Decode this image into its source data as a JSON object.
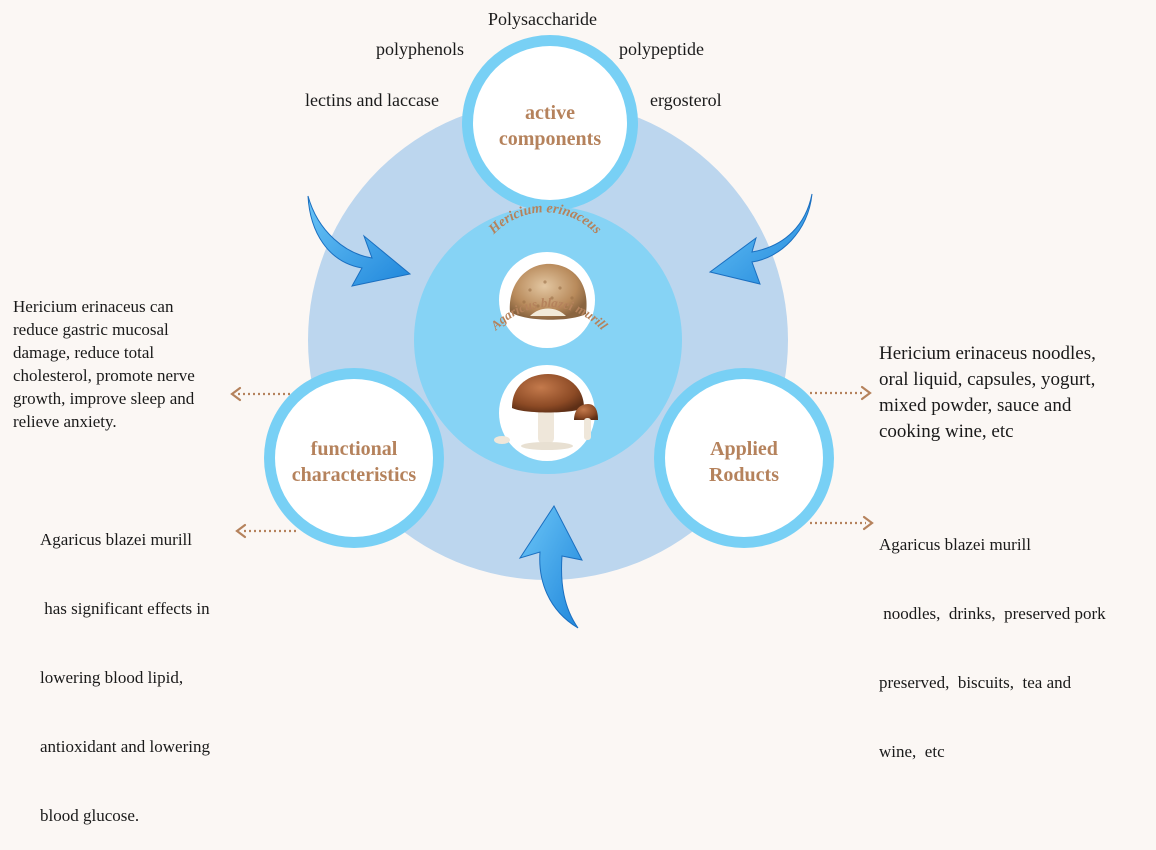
{
  "colors": {
    "background": "#fbf7f4",
    "outer_disk": "#bcd6ee",
    "inner_disk": "#86d3f5",
    "node_ring": "#78d0f5",
    "node_fill": "#ffffff",
    "label_brown": "#b5825c",
    "arrow_blue": "#2b9be6",
    "connector_brown": "#b5825c"
  },
  "center": {
    "label_top": "Hericium erinaceus",
    "label_bottom": "Agaricus blazei murill",
    "image_top": "hericium-erinaceus-photo",
    "image_bottom": "agaricus-blazei-murill-photo"
  },
  "nodes": {
    "active": {
      "line1": "active",
      "line2": "components"
    },
    "functional": {
      "line1": "functional",
      "line2": "characteristics"
    },
    "applied": {
      "line1": "Applied",
      "line2": "Roducts"
    }
  },
  "components": [
    "Polysaccharide",
    "polyphenols",
    "polypeptide",
    "lectins and laccase",
    "ergosterol"
  ],
  "functional_text": {
    "hericium": [
      "Hericium erinaceus can",
      "reduce gastric mucosal",
      "damage,  reduce total",
      "cholesterol,  promote nerve",
      "growth,  improve sleep and",
      "relieve anxiety."
    ],
    "agaricus": [
      "Agaricus blazei murill",
      " has significant effects in",
      "lowering blood lipid,",
      "antioxidant and lowering",
      "blood glucose."
    ]
  },
  "products_text": {
    "hericium": [
      "Hericium erinaceus noodles,",
      "oral liquid,  capsules,  yogurt,",
      "mixed powder,  sauce and",
      "cooking wine,  etc"
    ],
    "agaricus": [
      "Agaricus blazei murill",
      " noodles,  drinks,  preserved pork",
      "preserved,  biscuits,  tea and",
      "wine,  etc"
    ]
  }
}
